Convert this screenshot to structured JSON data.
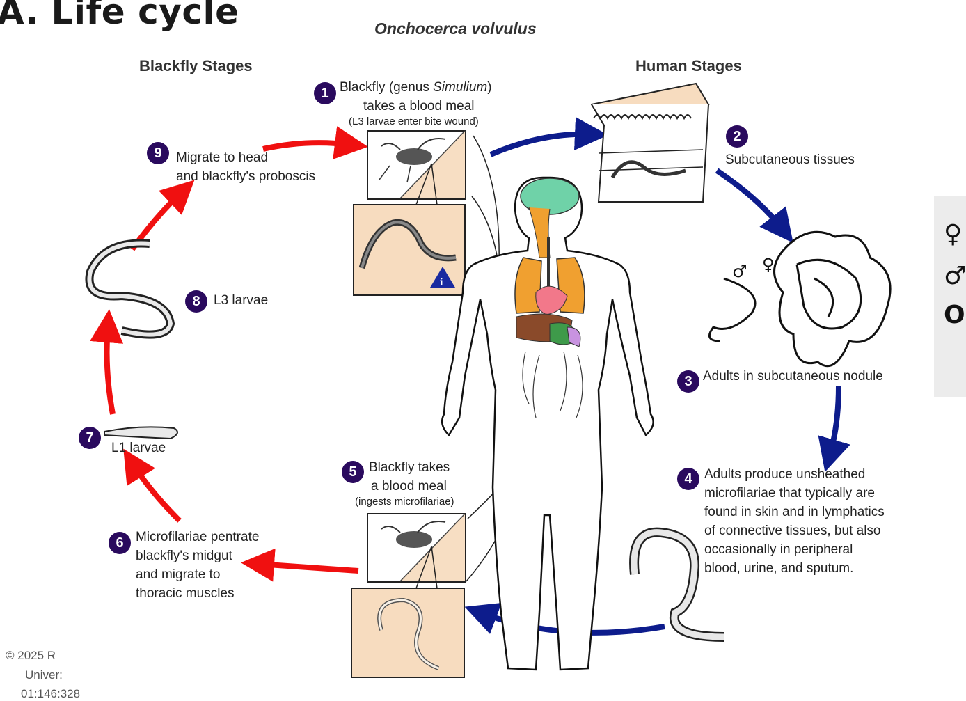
{
  "slide_title": "A. Life cycle",
  "diagram_title": "Onchocerca volvulus",
  "sections": {
    "blackfly": "Blackfly Stages",
    "human": "Human Stages"
  },
  "stages": [
    {
      "num": "1",
      "line1a": "Blackfly (genus ",
      "line1b": "Simulium",
      "line1c": ")",
      "line2": "takes a blood meal",
      "note": "(L3 larvae enter bite wound)"
    },
    {
      "num": "2",
      "text": "Subcutaneous tissues"
    },
    {
      "num": "3",
      "text": "Adults in subcutaneous nodule"
    },
    {
      "num": "4",
      "lines": [
        "Adults produce unsheathed",
        "microfilariae that typically are",
        "found in skin and in lymphatics",
        "of connective tissues,  but also",
        "occasionally in peripheral",
        "blood, urine, and sputum."
      ]
    },
    {
      "num": "5",
      "lines": [
        "Blackfly takes",
        "a blood meal"
      ],
      "note": "(ingests microfilariae)"
    },
    {
      "num": "6",
      "lines": [
        "Microfilariae pentrate",
        "blackfly's midgut",
        "and migrate to",
        "thoracic muscles"
      ]
    },
    {
      "num": "7",
      "text": "L1 larvae"
    },
    {
      "num": "8",
      "text": "L3 larvae"
    },
    {
      "num": "9",
      "lines": [
        "Migrate to head",
        "and blackfly's proboscis"
      ]
    }
  ],
  "side_symbols": [
    "♀",
    "♂",
    "O"
  ],
  "footer_lines": [
    "© 2025 R",
    "Univer:",
    "01:146:328"
  ],
  "colors": {
    "red_arrow": "#f01010",
    "blue_arrow": "#0d1c8c",
    "number_badge": "#2a0a5e",
    "brain": "#6fd2a8",
    "lungs": "#f0a030",
    "liver": "#8a4a2a"
  }
}
